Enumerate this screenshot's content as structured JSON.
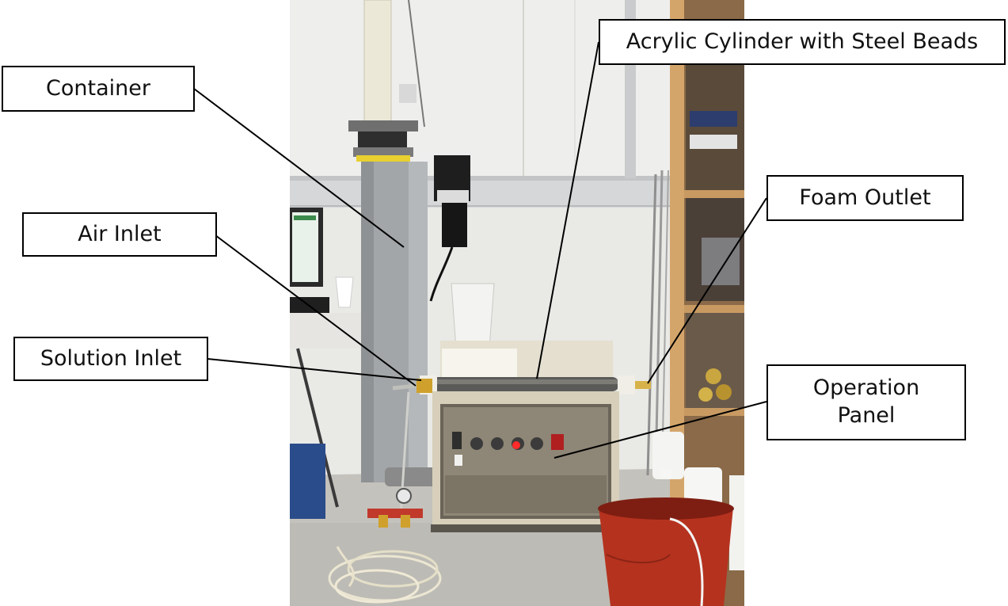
{
  "figure": {
    "callouts": {
      "container": "Container",
      "air_inlet": "Air Inlet",
      "solution_inlet": "Solution Inlet",
      "acrylic_cylinder": "Acrylic Cylinder with Steel Beads",
      "foam_outlet": "Foam Outlet",
      "operation_panel_line1": "Operation",
      "operation_panel_line2": "Panel"
    }
  },
  "colors": {
    "wall": "#e9e9e6",
    "floor": "#c4c2bc",
    "steel_column": "#a2a6a8",
    "cabinet": "#d7cfba",
    "shelf_wood": "#c89a62",
    "bucket": "#b5321f",
    "indicator_red": "#ff2a2a"
  }
}
